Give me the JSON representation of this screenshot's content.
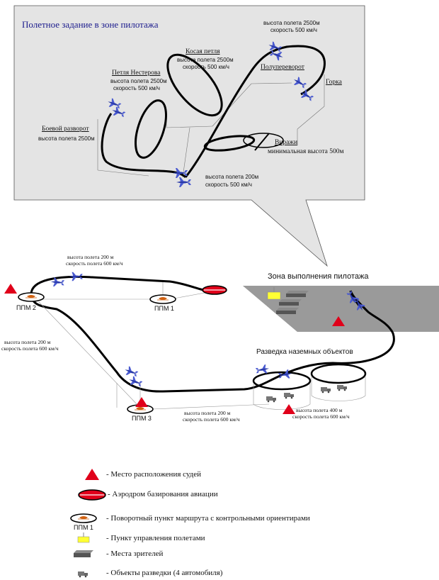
{
  "zone": {
    "title": "Полетное задание в зоне пилотажа",
    "boevoy": {
      "name": "Боевой разворот",
      "alt": "высота полета 2500м"
    },
    "nesterov": {
      "name": "Петля Нестерова",
      "alt": "высота полета 2500м",
      "speed": "скорость 500 км/ч"
    },
    "kosaya": {
      "name": "Косая петля",
      "alt": "высота полета 2500м",
      "speed": "скорость 500 км/ч"
    },
    "top_info": {
      "alt": "высота полета 2500м",
      "speed": "скорость 500 км/ч"
    },
    "poluperevorot": {
      "name": "Полупереворот"
    },
    "gorka": {
      "name": "Горка"
    },
    "virazhi": {
      "name": "Виражи",
      "min_alt": "минимальная высота 500м"
    },
    "entry": {
      "alt": "высота полета 200м",
      "speed": "скорость 500 км/ч"
    }
  },
  "route": {
    "leg_top": {
      "alt": "высота полета 200 м",
      "speed": "скорость полета 600 км/ч"
    },
    "leg_left": {
      "alt": "высота полета 200 м",
      "speed": "скорость полета 600 км/ч"
    },
    "leg_bottom": {
      "alt": "высота полета 200 м",
      "speed": "скорость полета 600 км/ч"
    },
    "leg_right": {
      "alt": "высота полета 400 м",
      "speed": "скорость полета 600 км/ч"
    },
    "ppm1": "ППМ 1",
    "ppm2": "ППМ 2",
    "ppm3": "ППМ 3",
    "pilot_zone": "Зона выполнения пилотажа",
    "recon": "Разведка наземных объектов"
  },
  "legend": {
    "judges": "- Место расположения судей",
    "airfield": "- Аэродром базирования авиации",
    "waypoint": "-  Поворотный пункт маршрута с контрольными ориентирами",
    "waypoint_label": "ППМ 1",
    "control": "-  Пункт управления полетами",
    "spectators": "-  Места зрителей",
    "recon": "-  Объекты разведки (4 автомобиля)"
  },
  "colors": {
    "panel": "#e4e4e4",
    "pilot_zone": "#9a9a9a",
    "judge": "#e0001a",
    "track": "#000000",
    "title": "#1a1a8c",
    "aircraft": "#2a3aa8",
    "control_point": "#ffff33"
  }
}
